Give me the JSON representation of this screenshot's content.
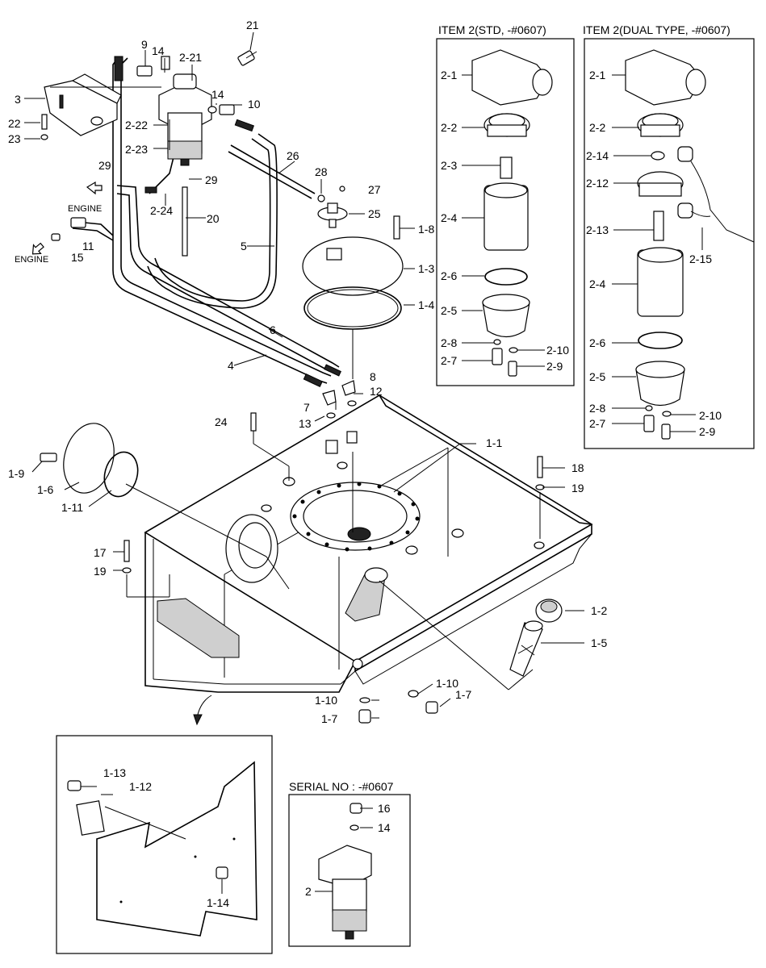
{
  "titles": {
    "std": "ITEM 2(STD, -#0607)",
    "dual": "ITEM 2(DUAL TYPE, -#0607)",
    "serial": "SERIAL NO : -#0607"
  },
  "engine_labels": [
    "ENGINE",
    "ENGINE"
  ],
  "labels": {
    "l_21": "21",
    "l_9": "9",
    "l_14a": "14",
    "l_2_21": "2-21",
    "l_3": "3",
    "l_14b": "14",
    "l_10": "10",
    "l_22": "22",
    "l_2_22": "2-22",
    "l_23": "23",
    "l_2_23": "2-23",
    "l_26": "26",
    "l_29a": "29",
    "l_28": "28",
    "l_29b": "29",
    "l_27": "27",
    "l_2_24": "2-24",
    "l_20": "20",
    "l_25": "25",
    "l_1_8": "1-8",
    "l_11": "11",
    "l_15": "15",
    "l_5": "5",
    "l_1_3": "1-3",
    "l_1_4": "1-4",
    "l_6": "6",
    "l_4": "4",
    "l_8": "8",
    "l_12": "12",
    "l_7": "7",
    "l_13": "13",
    "l_24": "24",
    "l_1_1": "1-1",
    "l_1_9": "1-9",
    "l_1_6": "1-6",
    "l_1_11": "1-11",
    "l_18": "18",
    "l_19a": "19",
    "l_17": "17",
    "l_19b": "19",
    "l_1_2": "1-2",
    "l_1_5": "1-5",
    "l_1_10a": "1-10",
    "l_1_7a": "1-7",
    "l_1_10b": "1-10",
    "l_1_7b": "1-7",
    "l_1_13": "1-13",
    "l_1_12": "1-12",
    "l_1_14": "1-14",
    "l_16": "16",
    "l_14c": "14",
    "l_2": "2",
    "s_2_1": "2-1",
    "s_2_2": "2-2",
    "s_2_3": "2-3",
    "s_2_4": "2-4",
    "s_2_6": "2-6",
    "s_2_5": "2-5",
    "s_2_8": "2-8",
    "s_2_10": "2-10",
    "s_2_7": "2-7",
    "s_2_9": "2-9",
    "d_2_1": "2-1",
    "d_2_2": "2-2",
    "d_2_14": "2-14",
    "d_2_12": "2-12",
    "d_2_13": "2-13",
    "d_2_15": "2-15",
    "d_2_4": "2-4",
    "d_2_6": "2-6",
    "d_2_5": "2-5",
    "d_2_8": "2-8",
    "d_2_10": "2-10",
    "d_2_7": "2-7",
    "d_2_9": "2-9"
  }
}
